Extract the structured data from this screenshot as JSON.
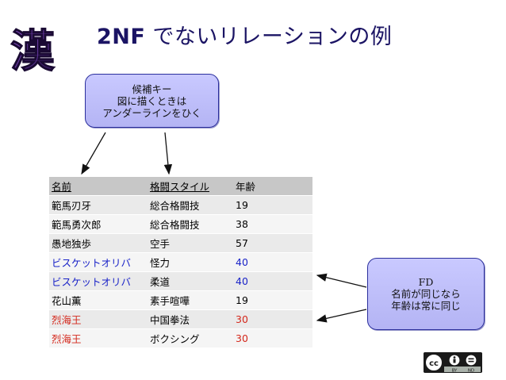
{
  "slide": {
    "title_strong": "2NF",
    "title_rest": " でないリレーションの例",
    "logo_label": "漢"
  },
  "callout_key": {
    "lines": [
      "候補キー",
      "図に描くときは",
      "アンダーラインをひく"
    ]
  },
  "callout_fd": {
    "line1": "FD",
    "line2": "名前が同じなら",
    "line3": "年齢は常に同じ"
  },
  "table": {
    "headers": [
      "名前",
      "格闘スタイル",
      "年齢"
    ],
    "rows": [
      {
        "name": "範馬刃牙",
        "style": "総合格闘技",
        "age": "19",
        "tone": "normal"
      },
      {
        "name": "範馬勇次郎",
        "style": "総合格闘技",
        "age": "38",
        "tone": "normal"
      },
      {
        "name": "愚地独歩",
        "style": "空手",
        "age": "57",
        "tone": "normal"
      },
      {
        "name": "ビスケットオリバ",
        "style": "怪力",
        "age": "40",
        "tone": "blue"
      },
      {
        "name": "ビスケットオリバ",
        "style": "柔道",
        "age": "40",
        "tone": "blue"
      },
      {
        "name": "花山薫",
        "style": "素手喧嘩",
        "age": "19",
        "tone": "normal"
      },
      {
        "name": "烈海王",
        "style": "中国拳法",
        "age": "30",
        "tone": "red"
      },
      {
        "name": "烈海王",
        "style": "ボクシング",
        "age": "30",
        "tone": "red"
      }
    ]
  },
  "license": {
    "cc": "cc",
    "by": "BY",
    "nd": "ND"
  }
}
